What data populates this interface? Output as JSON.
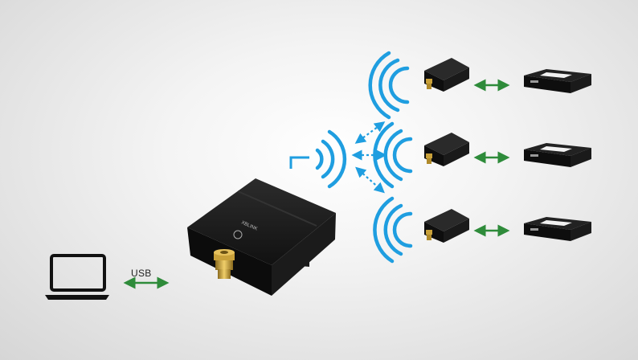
{
  "diagram": {
    "usb_label": "USB",
    "colors": {
      "wireless": "#1f9ee0",
      "link_arrow": "#2e8b3a",
      "device": "#141414",
      "antenna": "#c9a13a"
    },
    "icons": {
      "computer": "laptop-icon",
      "gateway": "gateway-device",
      "wireless": "wifi-waves-icon",
      "end_device": "flight-controller-device"
    },
    "nodes": [
      {
        "id": "node-top"
      },
      {
        "id": "node-middle"
      },
      {
        "id": "node-bottom"
      }
    ]
  }
}
